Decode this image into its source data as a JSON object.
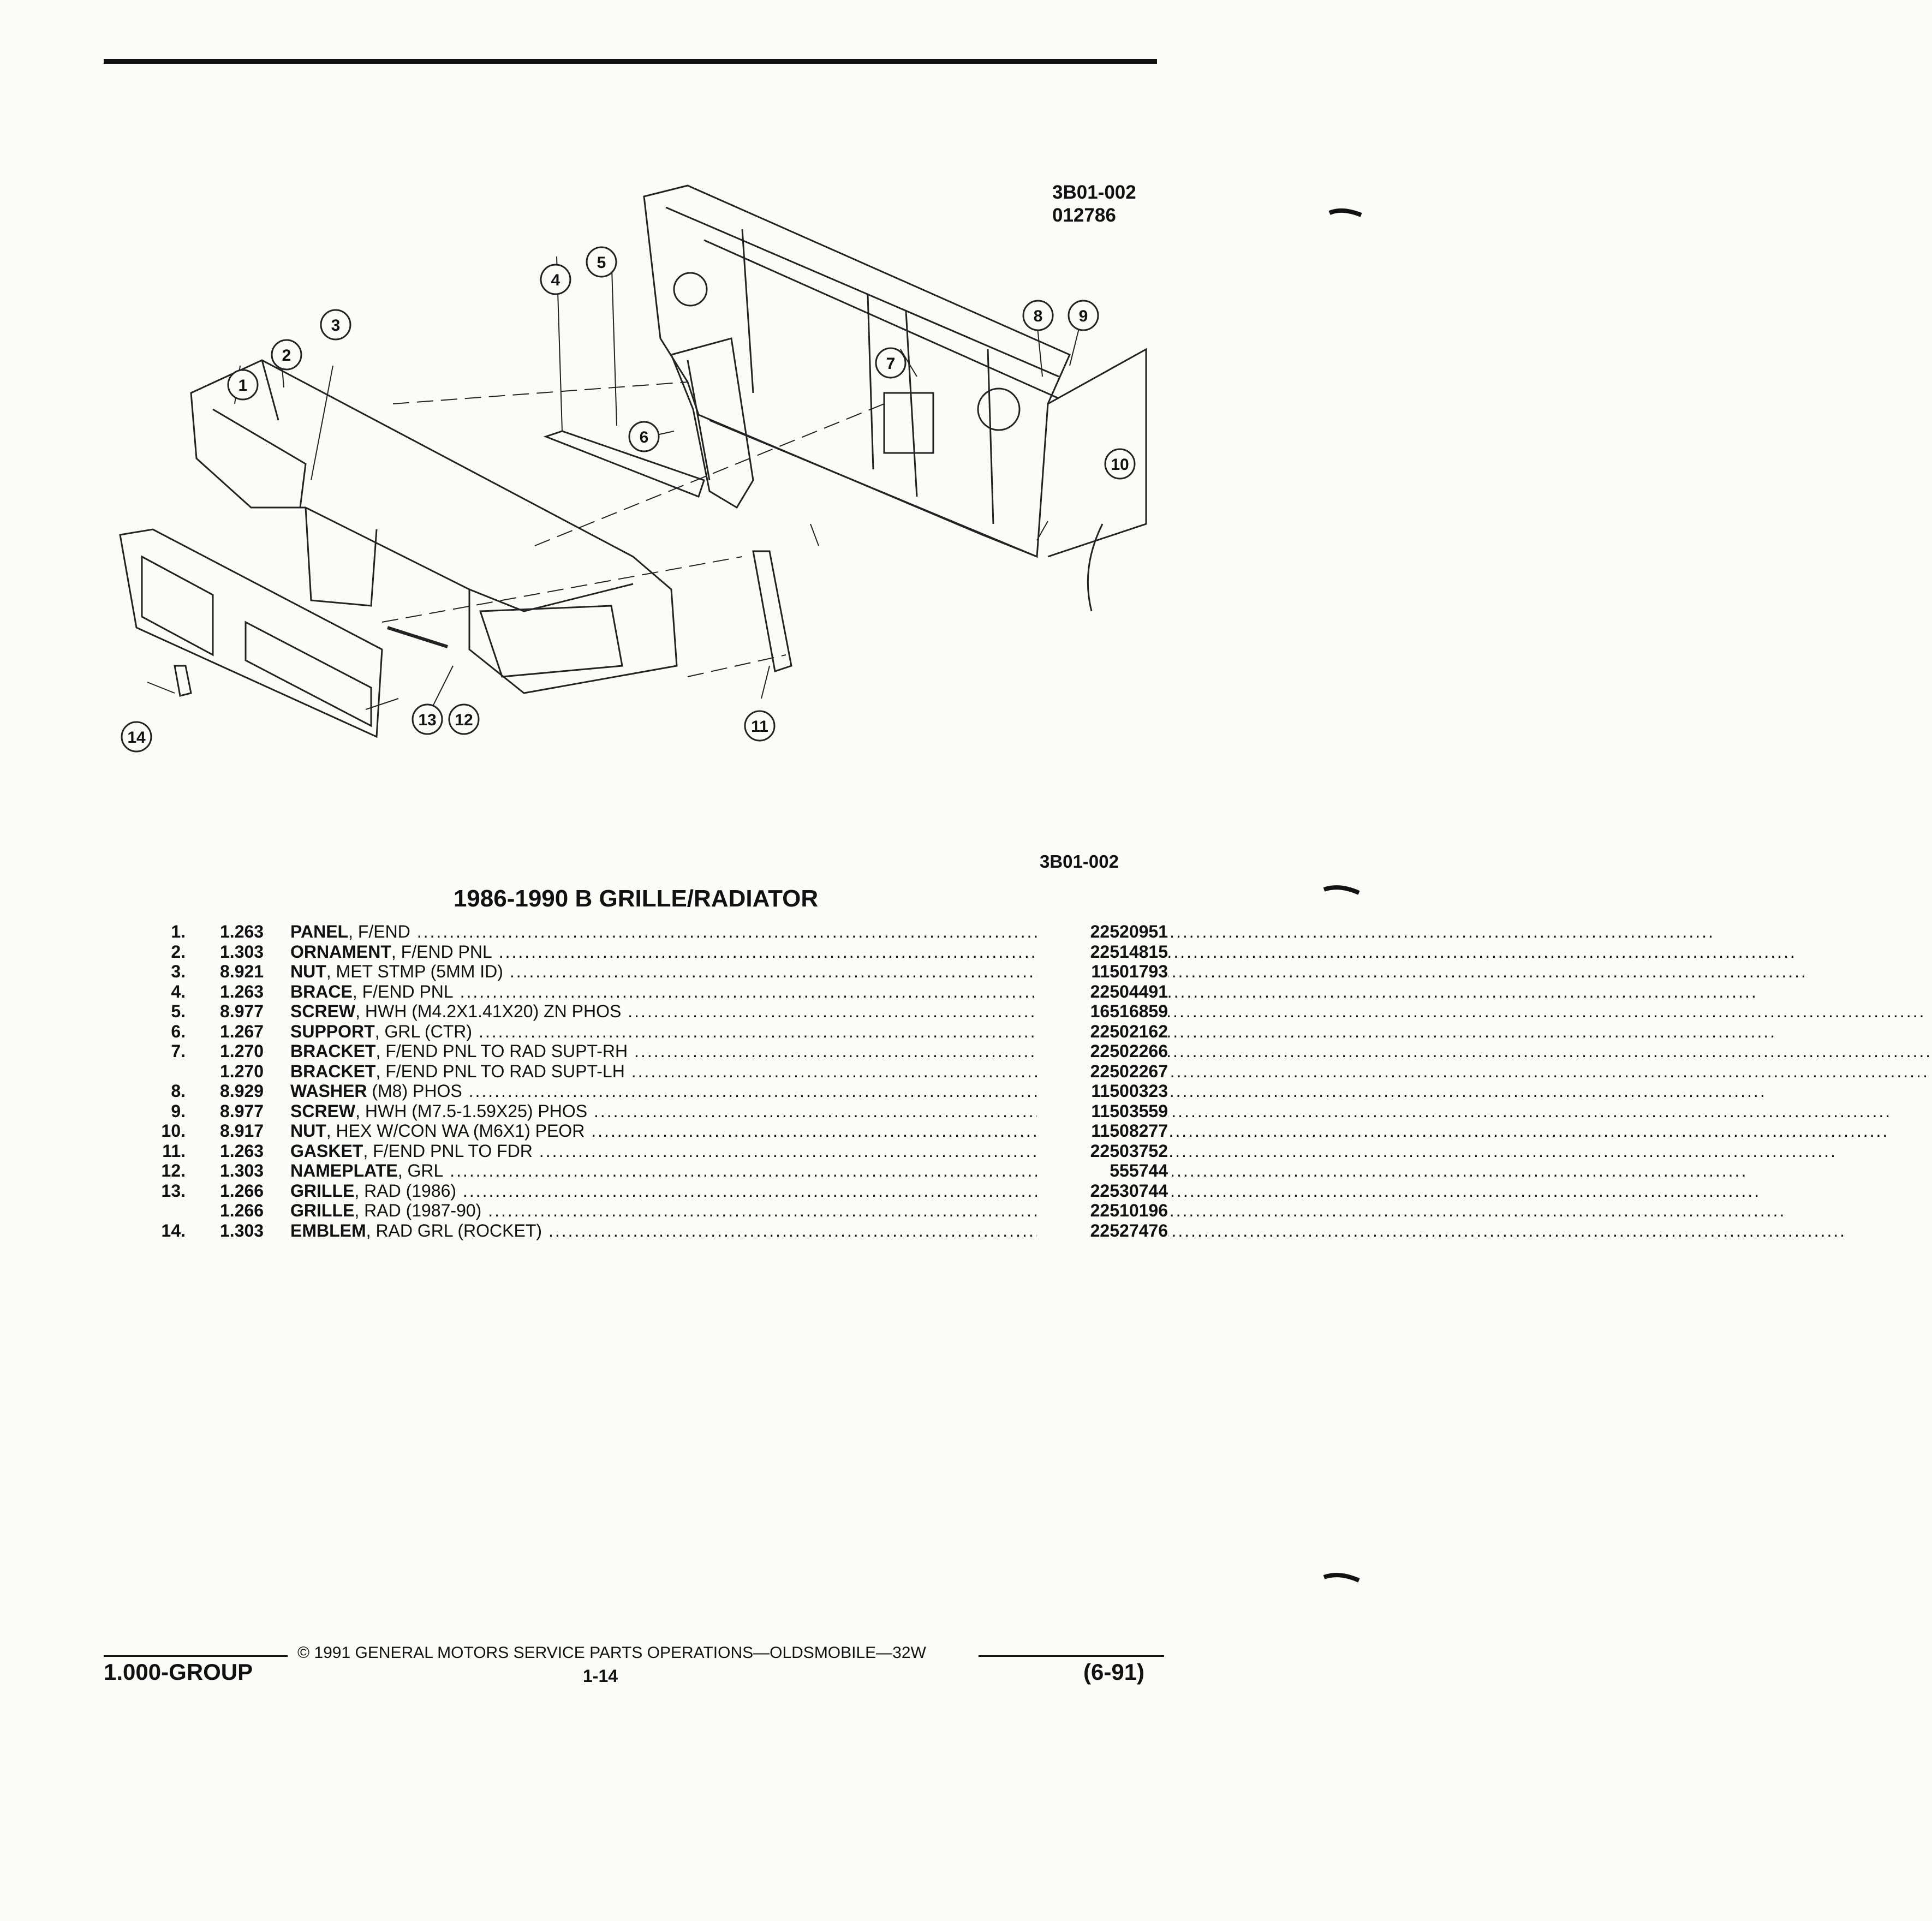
{
  "figure": {
    "codes": [
      "3B01-002",
      "012786"
    ],
    "reference": "3B01-002",
    "callouts": [
      "1",
      "2",
      "3",
      "4",
      "5",
      "6",
      "7",
      "8",
      "9",
      "10",
      "11",
      "12",
      "13",
      "14"
    ]
  },
  "title": "1986-1990 B GRILLE/RADIATOR",
  "parts": [
    {
      "num": "1.",
      "group": "1.263",
      "name": "PANEL",
      "spec": ", F/END",
      "pn": "22520951"
    },
    {
      "num": "2.",
      "group": "1.303",
      "name": "ORNAMENT",
      "spec": ", F/END PNL",
      "pn": "22514815"
    },
    {
      "num": "3.",
      "group": "8.921",
      "name": "NUT",
      "spec": ", MET STMP (5MM ID)",
      "pn": "11501793"
    },
    {
      "num": "4.",
      "group": "1.263",
      "name": "BRACE",
      "spec": ", F/END PNL",
      "pn": "22504491"
    },
    {
      "num": "5.",
      "group": "8.977",
      "name": "SCREW",
      "spec": ", HWH (M4.2X1.41X20) ZN PHOS",
      "pn": "16516859"
    },
    {
      "num": "6.",
      "group": "1.267",
      "name": "SUPPORT",
      "spec": ", GRL (CTR)",
      "pn": "22502162"
    },
    {
      "num": "7.",
      "group": "1.270",
      "name": "BRACKET",
      "spec": ", F/END PNL TO RAD SUPT-RH",
      "pn": "22502266"
    },
    {
      "num": "",
      "group": "1.270",
      "name": "BRACKET",
      "spec": ", F/END PNL TO RAD SUPT-LH",
      "pn": "22502267"
    },
    {
      "num": "8.",
      "group": "8.929",
      "name": "WASHER",
      "spec": " (M8) PHOS",
      "pn": "11500323"
    },
    {
      "num": "9.",
      "group": "8.977",
      "name": "SCREW",
      "spec": ", HWH (M7.5-1.59X25) PHOS",
      "pn": "11503559"
    },
    {
      "num": "10.",
      "group": "8.917",
      "name": "NUT",
      "spec": ", HEX W/CON WA (M6X1) PEOR",
      "pn": "11508277"
    },
    {
      "num": "11.",
      "group": "1.263",
      "name": "GASKET",
      "spec": ", F/END PNL TO FDR",
      "pn": "22503752"
    },
    {
      "num": "12.",
      "group": "1.303",
      "name": "NAMEPLATE",
      "spec": ", GRL",
      "pn": "555744"
    },
    {
      "num": "13.",
      "group": "1.266",
      "name": "GRILLE",
      "spec": ", RAD (1986)",
      "pn": "22530744"
    },
    {
      "num": "",
      "group": "1.266",
      "name": "GRILLE",
      "spec": ", RAD (1987-90)",
      "pn": "22510196"
    },
    {
      "num": "14.",
      "group": "1.303",
      "name": "EMBLEM",
      "spec": ", RAD GRL (ROCKET)",
      "pn": "22527476"
    }
  ],
  "footer": {
    "copyright": "© 1991 GENERAL MOTORS SERVICE PARTS OPERATIONS—OLDSMOBILE—32W",
    "group": "1.000-GROUP",
    "page": "1-14",
    "revision": "(6-91)"
  }
}
